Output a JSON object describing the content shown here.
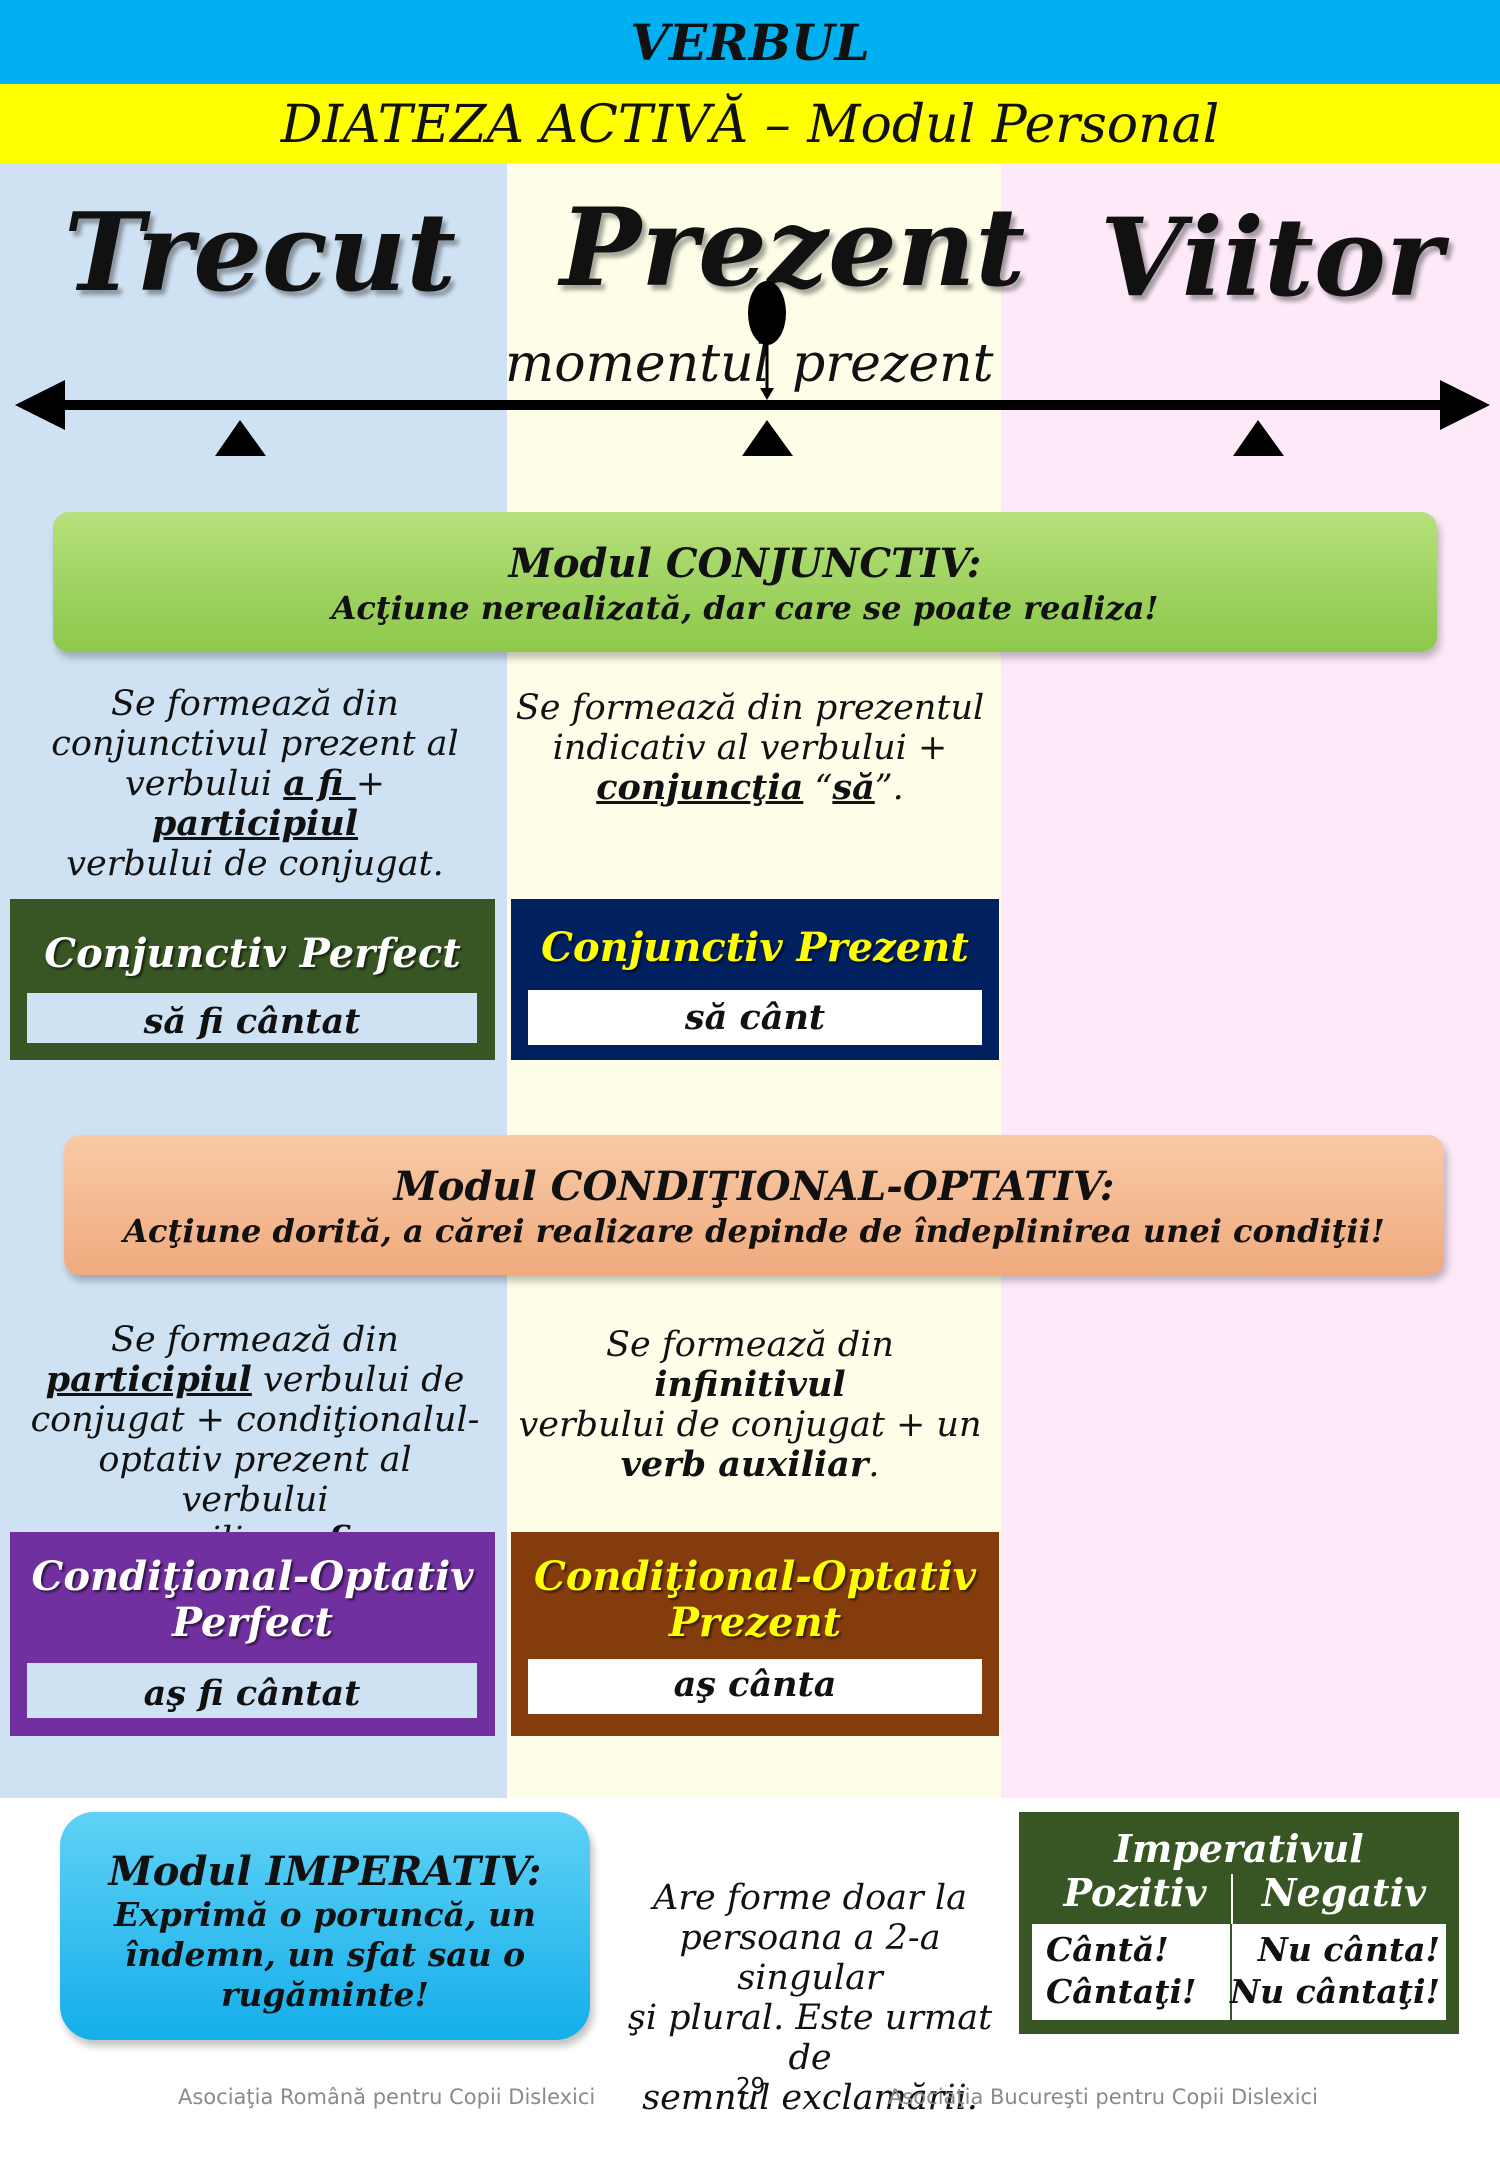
{
  "header": {
    "title": "VERBUL",
    "subtitle": "DIATEZA ACTIVĂ – Modul Personal"
  },
  "timeline": {
    "past": "Trecut",
    "present": "Prezent",
    "future": "Viitor",
    "moment_left": "momentul",
    "moment_right": "prezent"
  },
  "conjunctiv": {
    "title": "Modul CONJUNCTIV:",
    "subtitle": "Acţiune nerealizată, dar care se poate realiza!",
    "perfect_desc": [
      "Se formează din",
      "conjunctivul prezent al",
      "verbului ",
      "a fi ",
      "+ ",
      "participiul",
      "verbului de conjugat."
    ],
    "prezent_desc": [
      "Se formează din prezentul",
      "indicativ al verbului +",
      "conjuncţia",
      " “",
      "să",
      "”."
    ],
    "perfect": {
      "name": "Conjunctiv Perfect",
      "example": "să fi cântat"
    },
    "prezent": {
      "name": "Conjunctiv Prezent",
      "example": "să cânt"
    }
  },
  "conditional": {
    "title": "Modul CONDIŢIONAL-OPTATIV:",
    "subtitle": "Acţiune dorită, a cărei realizare depinde de îndeplinirea unei condiţii!",
    "perfect_desc": [
      "Se formează din",
      "participiul",
      " verbului de",
      "conjugat + condiţionalul-",
      "optativ prezent al verbului",
      "auxiliar ",
      "a fi",
      "."
    ],
    "prezent_desc": [
      "Se formează din ",
      "infinitivul",
      "verbului de conjugat + un",
      "verb auxiliar",
      "."
    ],
    "perfect": {
      "name_line1": "Condiţional-Optativ",
      "name_line2": "Perfect",
      "example": "aş fi cântat"
    },
    "prezent": {
      "name_line1": "Condiţional-Optativ",
      "name_line2": "Prezent",
      "example": "aş cânta"
    }
  },
  "imperativ": {
    "title": "Modul IMPERATIV:",
    "desc_lines": [
      "Exprimă o poruncă, un",
      "îndemn, un sfat sau o",
      "rugăminte!"
    ],
    "note_lines": [
      "Are forme doar la",
      "persoana a 2-a singular",
      "şi plural. Este urmat de",
      "semnul exclamării."
    ],
    "table": {
      "title": "Imperativul",
      "col_pos": "Pozitiv",
      "col_neg": "Negativ",
      "pos": [
        "Cântă!",
        "Cântaţi!"
      ],
      "neg": [
        "Nu cânta!",
        "Nu cântaţi!"
      ]
    }
  },
  "footer": {
    "left": "Asociaţia Română pentru Copii Dislexici",
    "page": "29",
    "right": "Asociaţia Bucureşti pentru Copii Dislexici"
  },
  "colors": {
    "past_bg": "#cfe2f3",
    "present_bg": "#fdfde8",
    "future_bg": "#fde9f8",
    "conj_banner": "#92d050",
    "cond_banner": "#f4b183",
    "imp_banner": "#1fb8ee",
    "conj_perfect": "#375623",
    "conj_prezent": "#002060",
    "cond_perfect": "#7030a0",
    "cond_prezent": "#843c0c",
    "imp_table": "#375623"
  }
}
